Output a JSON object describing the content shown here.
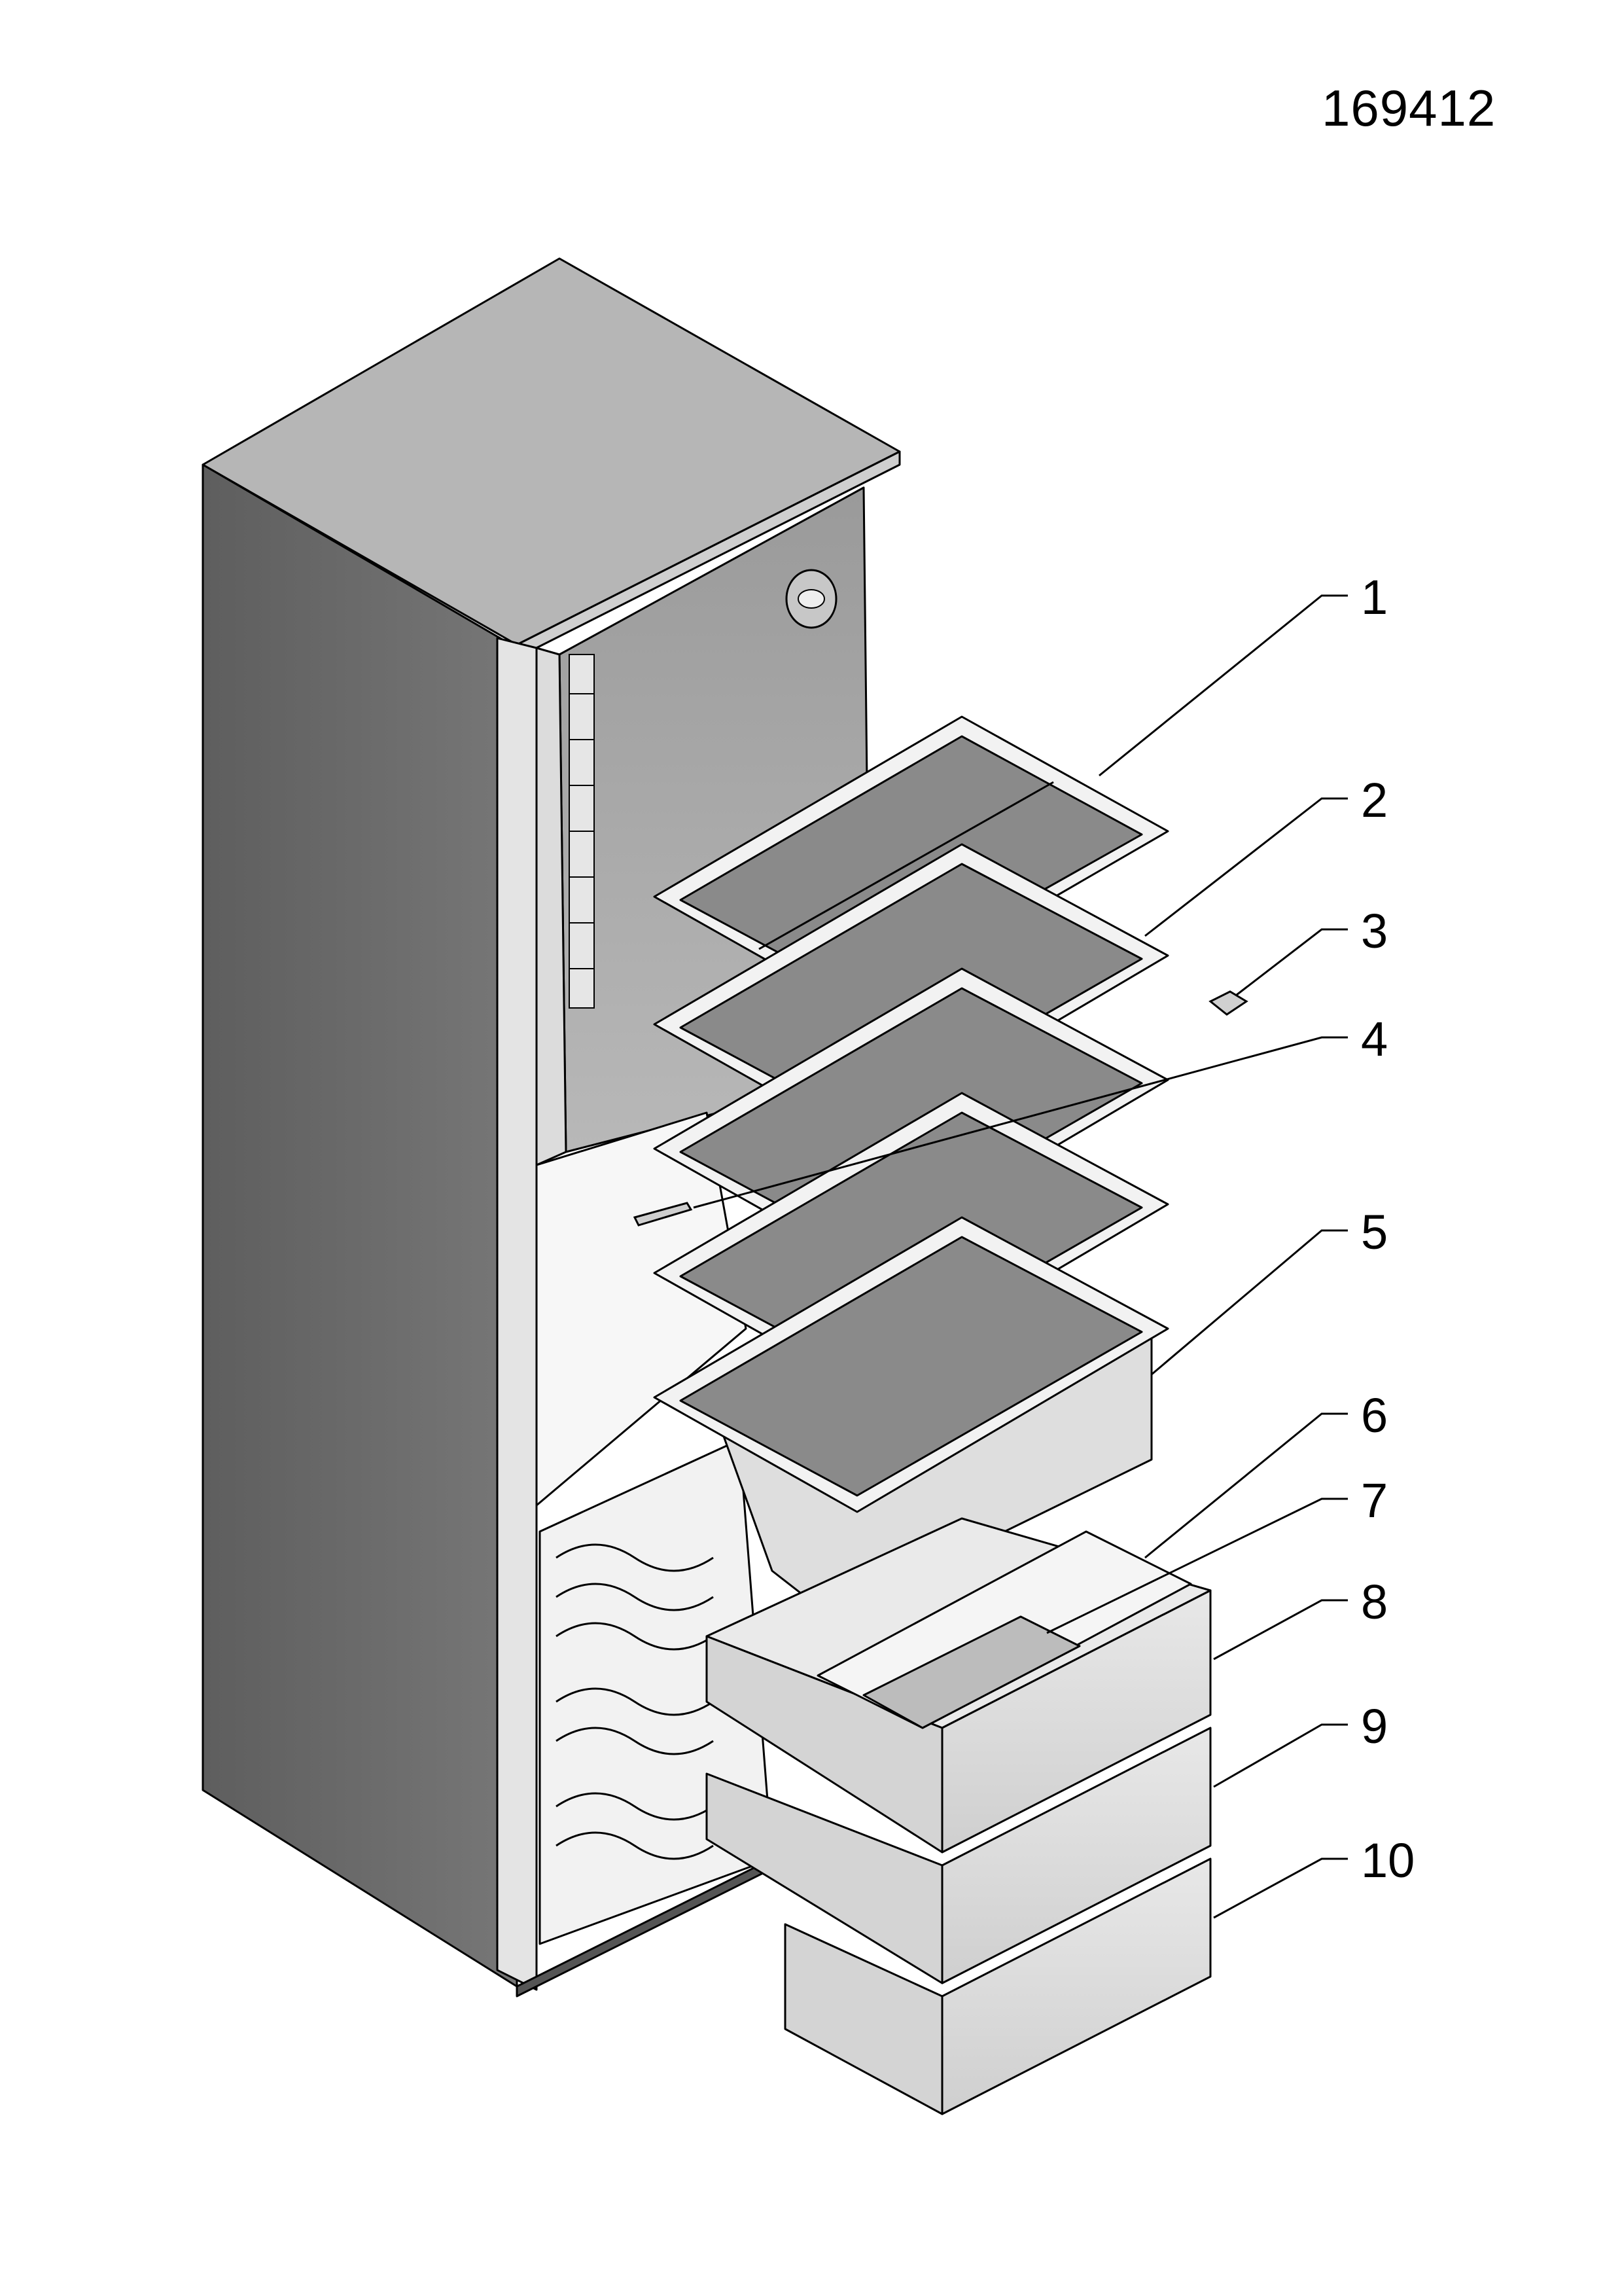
{
  "document_number": "169412",
  "callouts": [
    {
      "label": "1",
      "part": "shelf"
    },
    {
      "label": "2",
      "part": "shelf"
    },
    {
      "label": "3",
      "part": "small part"
    },
    {
      "label": "4",
      "part": "pin"
    },
    {
      "label": "5",
      "part": "shelf with crisper"
    },
    {
      "label": "6",
      "part": "ice tray cover"
    },
    {
      "label": "7",
      "part": "ice cube tray"
    },
    {
      "label": "8",
      "part": "freezer drawer"
    },
    {
      "label": "9",
      "part": "freezer drawer"
    },
    {
      "label": "10",
      "part": "freezer drawer"
    }
  ],
  "colors": {
    "line": "#000000",
    "cabinet": "#6e6e6e",
    "glass": "#8a8a8a",
    "interior": "#b9b9b9",
    "drawer": "#d8d8d8"
  }
}
